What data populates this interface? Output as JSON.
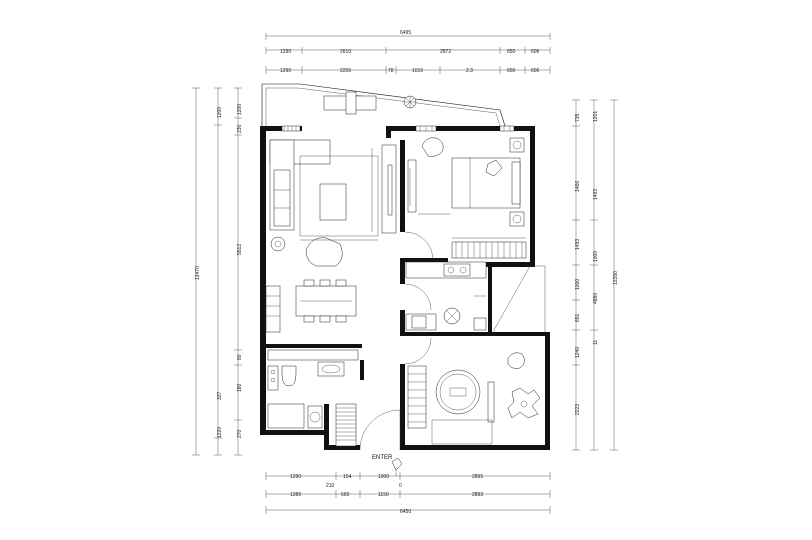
{
  "top_dims": {
    "overall": "6495",
    "row1": [
      "1290",
      "2610",
      "2872",
      "650",
      "606"
    ],
    "row2": [
      "1290",
      "2255",
      "78",
      "1015",
      "2.3",
      "650",
      "606"
    ]
  },
  "bottom_dims": {
    "row1": [
      "1290",
      "154",
      "1000",
      "2895"
    ],
    "row2": [
      "210",
      "0"
    ],
    "row3": [
      "1286",
      "665",
      "1150",
      "2893"
    ],
    "overall": "6450"
  },
  "left_dims": {
    "outer": "1200",
    "inner": [
      "1200",
      "230",
      "5512",
      "80",
      "180",
      "270"
    ],
    "overall_outer": "1220",
    "overall": "12470",
    "bottom": "337"
  },
  "right_dims": {
    "col1": [
      "735",
      "1466",
      "1493",
      "1000",
      "651",
      "1240",
      "2223"
    ],
    "col2": [
      "1201",
      "1493",
      "1000",
      "4880",
      "11"
    ],
    "overall": "12350"
  },
  "labels": {
    "enter": "ENTER"
  }
}
